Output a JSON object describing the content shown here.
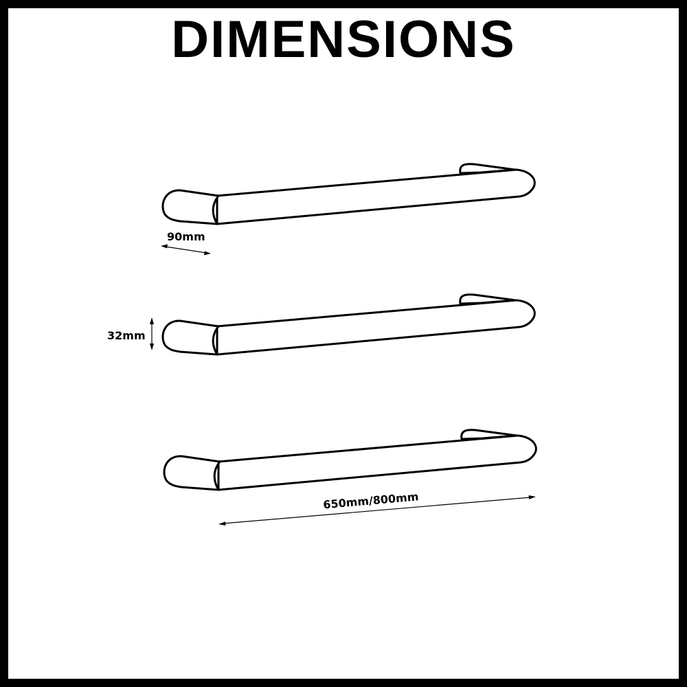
{
  "title": "DIMENSIONS",
  "dimensions": {
    "depth": "90mm",
    "diameter": "32mm",
    "length": "650mm/800mm"
  },
  "colors": {
    "line": "#000000",
    "background": "#ffffff"
  }
}
